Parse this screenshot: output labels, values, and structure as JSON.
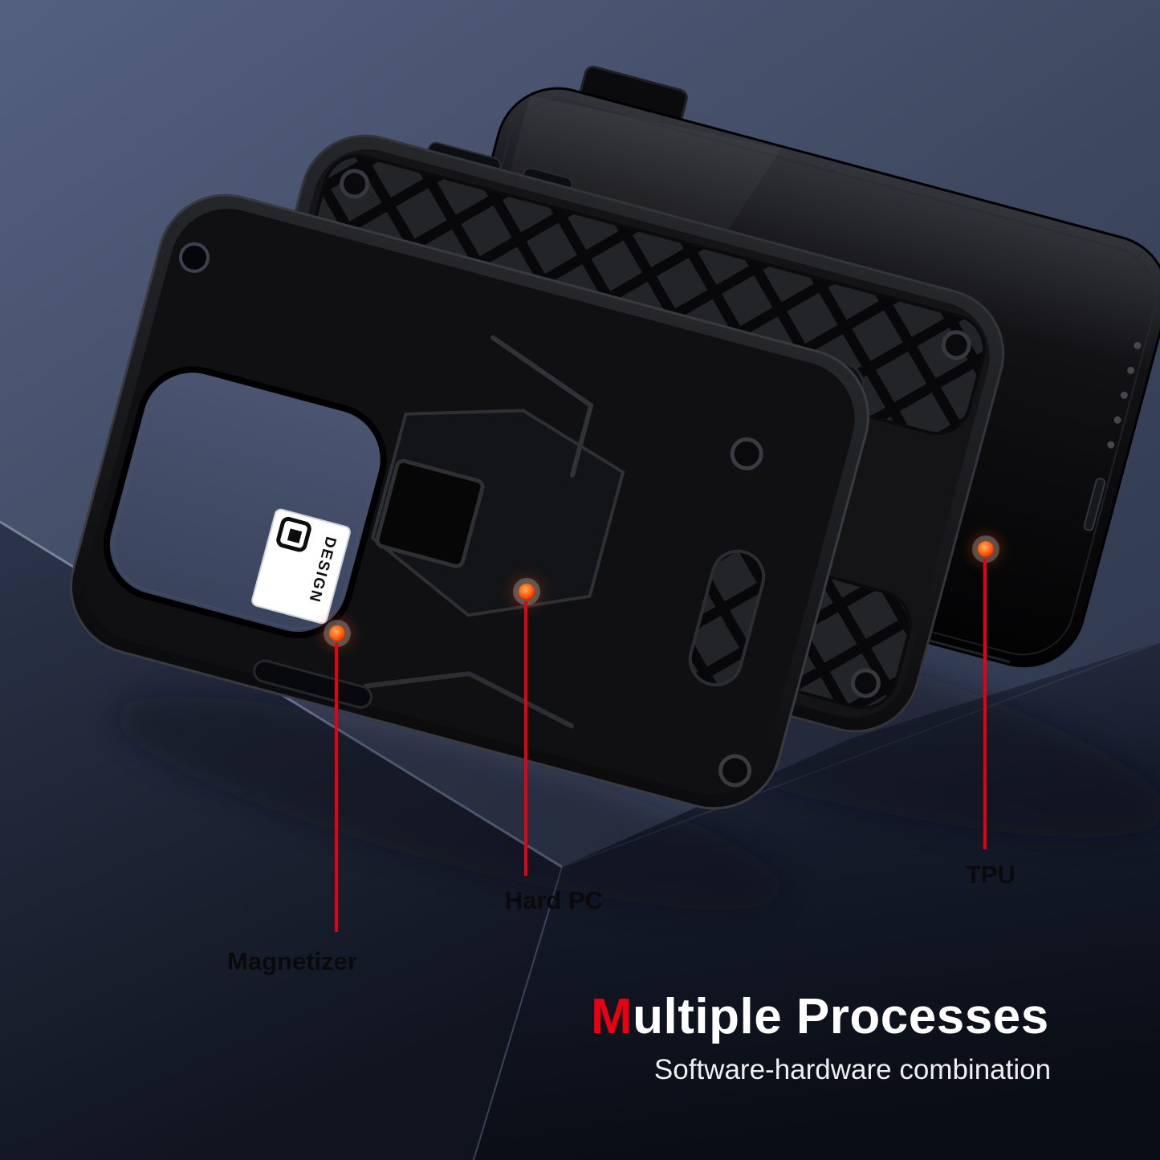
{
  "product": {
    "badge_text": "DESIGN"
  },
  "callouts": [
    {
      "id": "magnetizer",
      "label": "Magnetizer"
    },
    {
      "id": "hard-pc",
      "label": "Hard PC"
    },
    {
      "id": "tpu",
      "label": "TPU"
    }
  ],
  "caption": {
    "title_accent": "M",
    "title_rest": "ultiple Processes",
    "subtitle": "Software-hardware combination"
  },
  "colors": {
    "accent_red": "#e60012",
    "dot_core": "#ff5400",
    "scene_top": "#515d7a",
    "scene_dark": "#0a0d15",
    "case_black": "#121316",
    "callout_text": "#0a0a0a",
    "title_text": "#ffffff"
  }
}
